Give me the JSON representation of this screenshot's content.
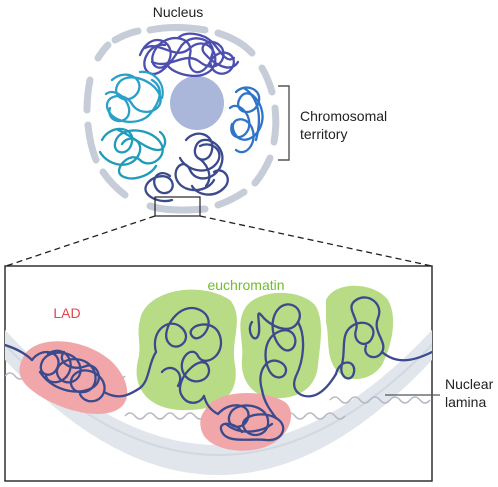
{
  "labels": {
    "nucleus": "Nucleus",
    "territory_line1": "Chromosomal",
    "territory_line2": "territory",
    "euchromatin": "euchromatin",
    "lad": "LAD",
    "lamina_line1": "Nuclear",
    "lamina_line2": "lamina"
  },
  "colors": {
    "lamina_segment": "#c7cdd8",
    "nucleolus": "#aab6da",
    "chromatin_navy": "#3b4a8c",
    "chromatin_purple": "#4c4fae",
    "chromatin_cyan": "#2aa0c8",
    "chromatin_teal": "#1f9cb9",
    "chromatin_blue": "#2f74c8",
    "euchromatin_fill": "#b8dc86",
    "euchromatin_text": "#6fbe2c",
    "lad_fill": "#f1a7a9",
    "lad_text": "#e0474c",
    "bracket": "#555555",
    "text": "#222222"
  }
}
